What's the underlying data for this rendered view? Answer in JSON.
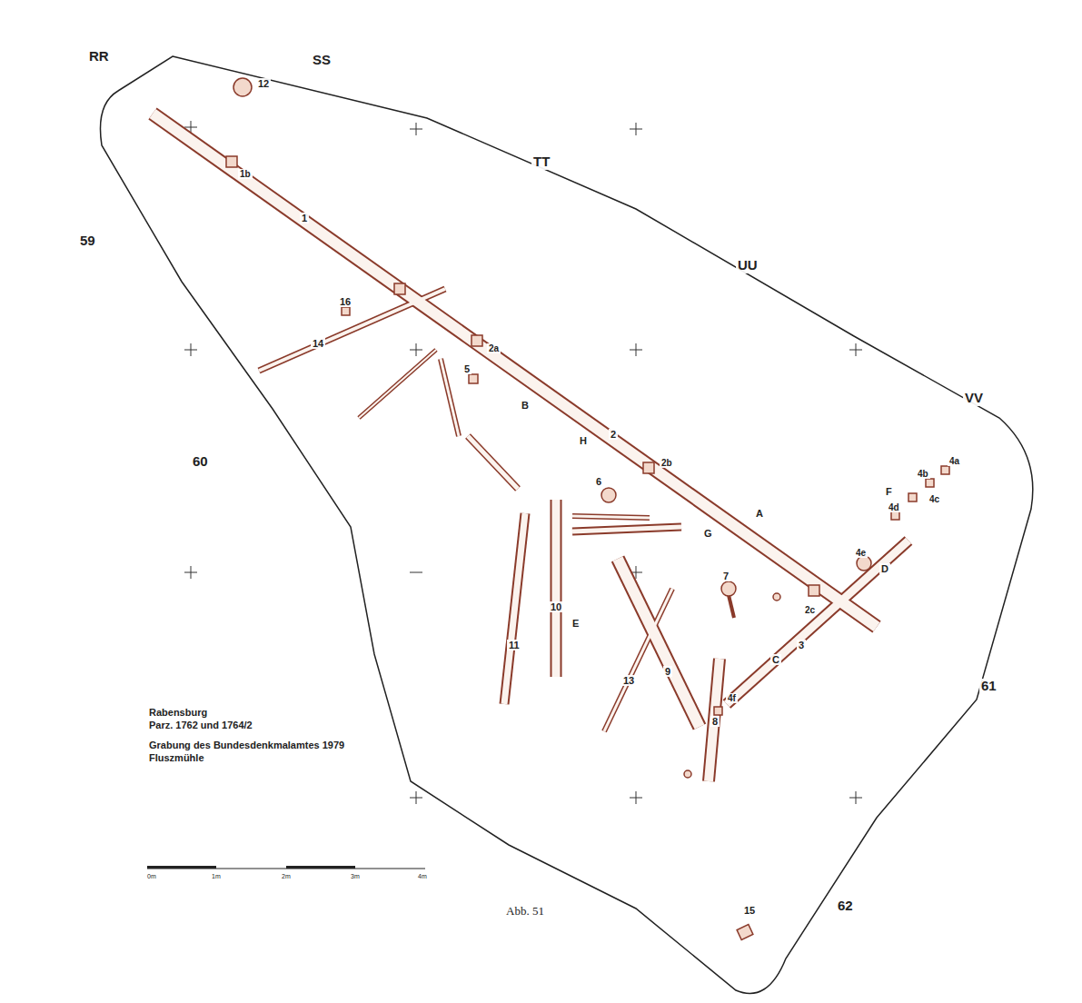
{
  "diagram": {
    "caption": "Abb. 51",
    "labels": [
      "RR",
      "SS",
      "TT",
      "UU",
      "VV",
      "59",
      "60",
      "61",
      "62",
      "12",
      "1",
      "1b",
      "16",
      "14",
      "2a",
      "5",
      "B",
      "H",
      "2",
      "2b",
      "6",
      "G",
      "A",
      "F",
      "4a",
      "4b",
      "4c",
      "4d",
      "4e",
      "D",
      "2c",
      "7",
      "3",
      "C",
      "4f",
      "11",
      "10",
      "E",
      "13",
      "9",
      "8",
      "15",
      "Rabensburg",
      "Parz. 1762 und 1764/2",
      "Grabung des Bundesdenkmalamtes 1979",
      "Fluszmühle",
      "0m",
      "1m",
      "2m",
      "3m",
      "4m"
    ]
  }
}
